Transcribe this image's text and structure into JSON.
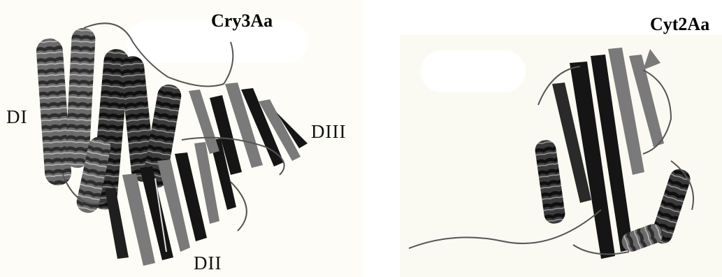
{
  "structures": [
    {
      "title": "Cry3Aa",
      "domains": [
        "DI",
        "DII",
        "DIII"
      ]
    },
    {
      "title": "Cyt2Aa"
    }
  ],
  "colors": {
    "helix_dark": "#2a2a2a",
    "helix_mid": "#6b6b6b",
    "sheet_black": "#111111",
    "sheet_gray": "#7a7a7a",
    "coil": "#555555",
    "background": "#fdfcf6"
  },
  "icons": [
    "protein-ribbon-cry3aa",
    "protein-ribbon-cyt2aa"
  ]
}
